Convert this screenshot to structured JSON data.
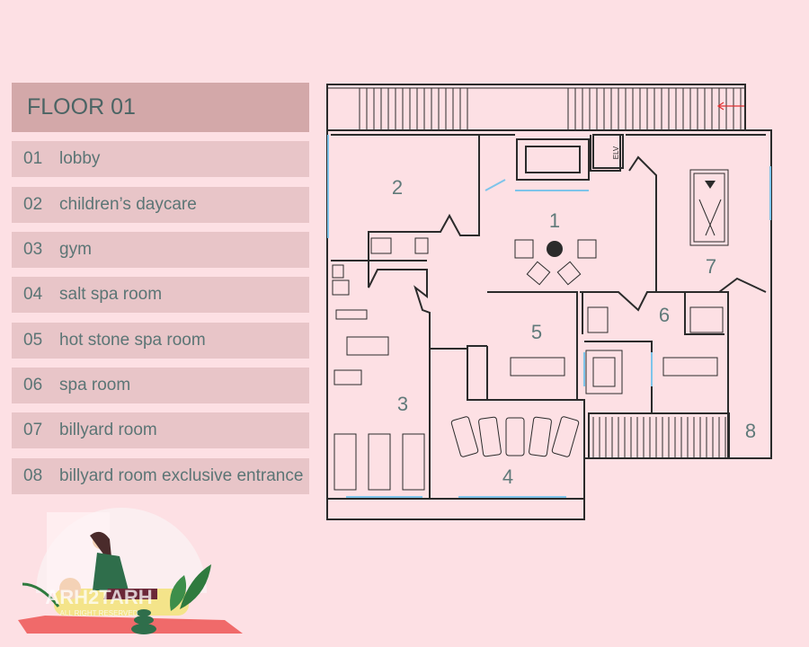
{
  "legend": {
    "title": "FLOOR 01",
    "items": [
      {
        "num": "01",
        "name": "lobby"
      },
      {
        "num": "02",
        "name": "children’s daycare"
      },
      {
        "num": "03",
        "name": "gym"
      },
      {
        "num": "04",
        "name": "salt spa room"
      },
      {
        "num": "05",
        "name": "hot stone spa room"
      },
      {
        "num": "06",
        "name": "spa room"
      },
      {
        "num": "07",
        "name": "billyard room"
      },
      {
        "num": "08",
        "name": "billyard room exclusive entrance"
      }
    ]
  },
  "plan": {
    "room_numbers": [
      "1",
      "2",
      "3",
      "4",
      "5",
      "6",
      "7",
      "8"
    ],
    "elevator_label": "ELV"
  },
  "watermark": {
    "brand": "ARH2TARH",
    "tagline": "ALL RIGHT RESERVED"
  },
  "colors": {
    "background": "#fde0e4",
    "header": "#d3a8a9",
    "row": "#e8c5c8",
    "text": "#4b6464",
    "glass": "#7ec4ea"
  }
}
